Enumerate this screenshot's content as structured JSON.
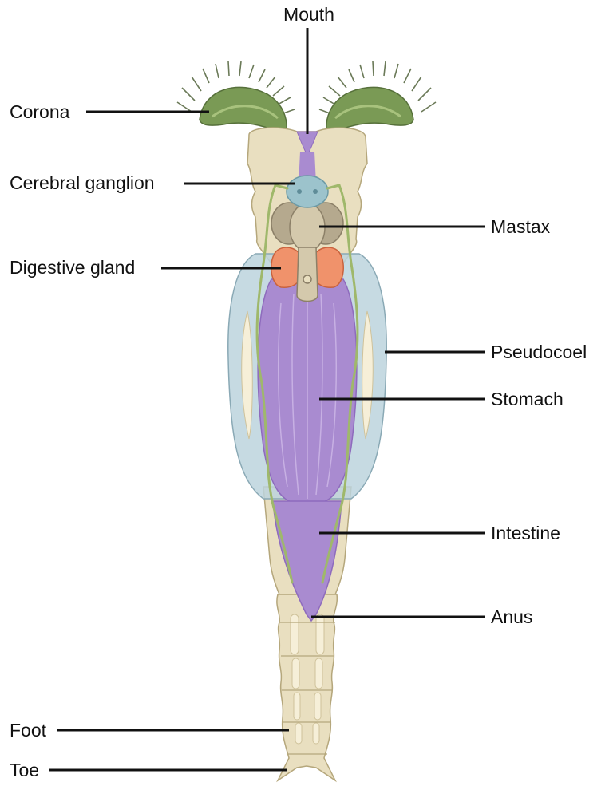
{
  "labels": {
    "mouth": "Mouth",
    "corona": "Corona",
    "cerebral_ganglion": "Cerebral ganglion",
    "mastax": "Mastax",
    "digestive_gland": "Digestive gland",
    "pseudocoel": "Pseudocoel",
    "stomach": "Stomach",
    "intestine": "Intestine",
    "anus": "Anus",
    "foot": "Foot",
    "toe": "Toe"
  },
  "colors": {
    "body": "#e9dfc0",
    "body_outline": "#b5a77c",
    "gut": "#a98bd0",
    "gut_dark": "#8e6bbd",
    "pseudocoel": "#bcd3dd",
    "corona": "#7a9a55",
    "cilia": "#6b7a58",
    "ganglion": "#9cc3cc",
    "mastax": "#b5a98e",
    "gland": "#f0926b",
    "nerve": "#9fb86b"
  }
}
